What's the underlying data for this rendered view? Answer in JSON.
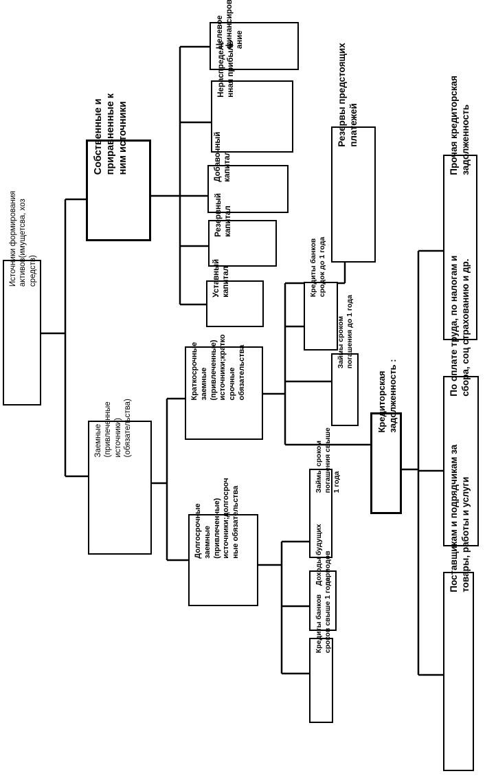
{
  "root": "Источники формирования\nактивов(имущетсва, хоз\nсредств)",
  "own": {
    "title": "Собственные и\nприравненные к\nним источники",
    "items": {
      "target": "Целевое\nфинансиров\nание",
      "retained": "Нераспределе\nнная прибыль",
      "additional": "Добавочный\nкапитал",
      "reserve": "Резервный\nкапитал",
      "charter": "Уставный\nкапитал"
    }
  },
  "borrowed": {
    "title": "Заемные\n(привлеченные\nисточники)\n(обязательства)",
    "short_term": "Краткосрочные\nзаемные\n(привлеченные)\nисточники;кратко\nсрочные\nобязательства",
    "long_term": "Долгосрочные\nзаемные\n(привлеченные)\nисточники;долгосроч\nные обязательства"
  },
  "short_items": {
    "reserves": "Резервы предстоящих\nплатежей",
    "bank_credit": "Кредиты банков\nсродок до 1 года",
    "loans": "Займы сроком\nпогашения до 1 года",
    "payables": "Кредиторская\nзадолженность :"
  },
  "long_items": {
    "loans": "Займы сроком\nпогашения свыше\n1 года",
    "deferred": "Доходы будущих\nпериодов",
    "bank_credit": "Кредиты банков\nсроков свыше 1 года"
  },
  "payables_items": {
    "other": "Прочая кредиторская\nзадолженность",
    "salary": "По оплате труда, по налогам и\nсбора, соц страхованию и др.",
    "suppliers": "Поставщикам и подрядчикам за\nтовары, работы и услуги"
  }
}
